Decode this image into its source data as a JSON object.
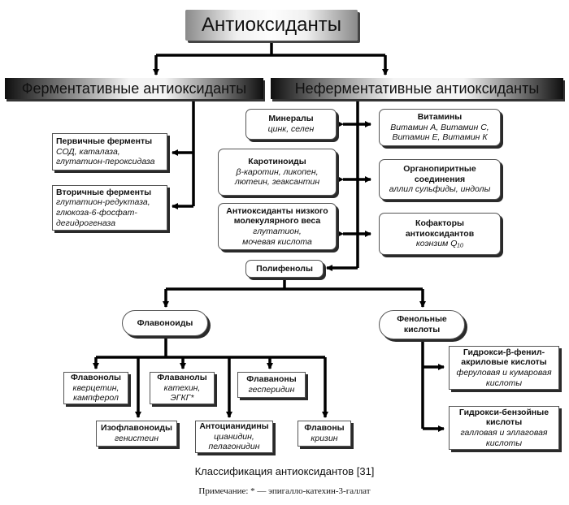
{
  "title": "Антиоксиданты",
  "branches": {
    "enzymatic": "Ферментативные антиоксиданты",
    "non_enzymatic": "Неферментативные антиоксиданты"
  },
  "enzymatic_items": [
    {
      "title": "Первичные ферменты",
      "lines": [
        "СОД, каталаза,",
        "глутатион-пероксидаза"
      ]
    },
    {
      "title": "Вторичные ферменты",
      "lines": [
        "глутатион-редуктаза,",
        "глюкоза-6-фосфат-",
        "дегидрогеназа"
      ]
    }
  ],
  "non_enzymatic_left": [
    {
      "title": "Минералы",
      "lines": [
        "цинк, селен"
      ]
    },
    {
      "title": "Каротиноиды",
      "lines": [
        "β-каротин, ликопен,",
        "лютеин, зеаксантин"
      ]
    },
    {
      "title": "Антиоксиданты низкого молекулярного веса",
      "lines": [
        "глутатион,",
        "мочевая кислота"
      ]
    }
  ],
  "non_enzymatic_right": [
    {
      "title": "Витамины",
      "lines": [
        "Витамин А, Витамин С,",
        "Витамин Е, Витамин К"
      ]
    },
    {
      "title": "Органопиритные соединения",
      "lines": [
        "аллил сульфиды, индолы"
      ]
    },
    {
      "title": "Кофакторы антиоксидантов",
      "lines": [
        "коэнзим Q₁₀"
      ]
    }
  ],
  "polyphenols": "Полифенолы",
  "flavonoids": "Флавоноиды",
  "phenolic_acids": "Фенольные кислоты",
  "flavonoid_items": [
    {
      "title": "Флавонолы",
      "lines": [
        "кверцетин,",
        "кампферол"
      ]
    },
    {
      "title": "Изофлавоноиды",
      "lines": [
        "генистеин"
      ]
    },
    {
      "title": "Флаванолы",
      "lines": [
        "катехин,",
        "ЭГКГ*"
      ]
    },
    {
      "title": "Антоцианидины",
      "lines": [
        "цианидин,",
        "пелагонидин"
      ]
    },
    {
      "title": "Флаваноны",
      "lines": [
        "гесперидин"
      ]
    },
    {
      "title": "Флавоны",
      "lines": [
        "кризин"
      ]
    }
  ],
  "phenolic_items": [
    {
      "title": "Гидрокси-β-фенил-акриловые кислоты",
      "lines": [
        "феруловая и кумаровая",
        "кислоты"
      ]
    },
    {
      "title": "Гидрокси-бензойные кислоты",
      "lines": [
        "галловая и эллаговая",
        "кислоты"
      ]
    }
  ],
  "caption": "Классификация антиоксидантов [31]",
  "note": "Примечание: * — эпигаллo-катехин-3-галлат"
}
